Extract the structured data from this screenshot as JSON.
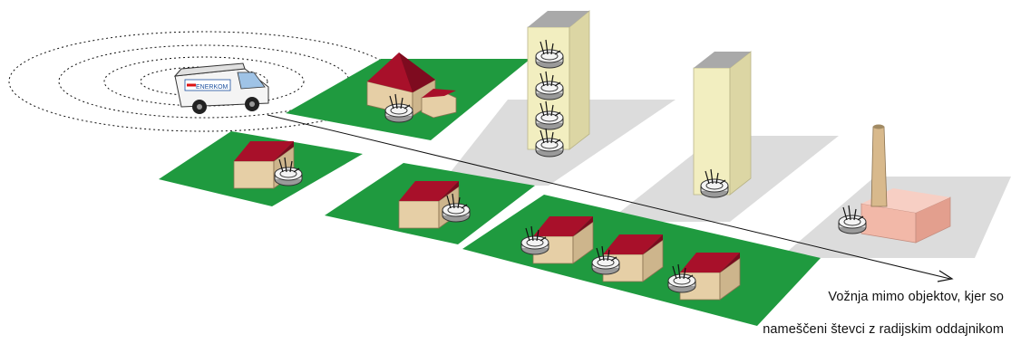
{
  "caption": {
    "line1": "Vožnja mimo objektov, kjer so",
    "line2": "nameščeni števci z radijskim oddajnikom"
  },
  "van": {
    "logo_text": "ENERKOM"
  },
  "colors": {
    "grass": "#1f9a3f",
    "roof": "#a8102a",
    "wall": "#e6cfa6",
    "tower": "#f2eec0",
    "tower_roof": "#a9a9a9",
    "factory": "#f2b8a8",
    "paving": "#dcdcdc"
  },
  "icons": [
    "van-icon",
    "meter-icon",
    "chimney-icon",
    "travel-arrow-icon",
    "radio-signal-icon"
  ]
}
